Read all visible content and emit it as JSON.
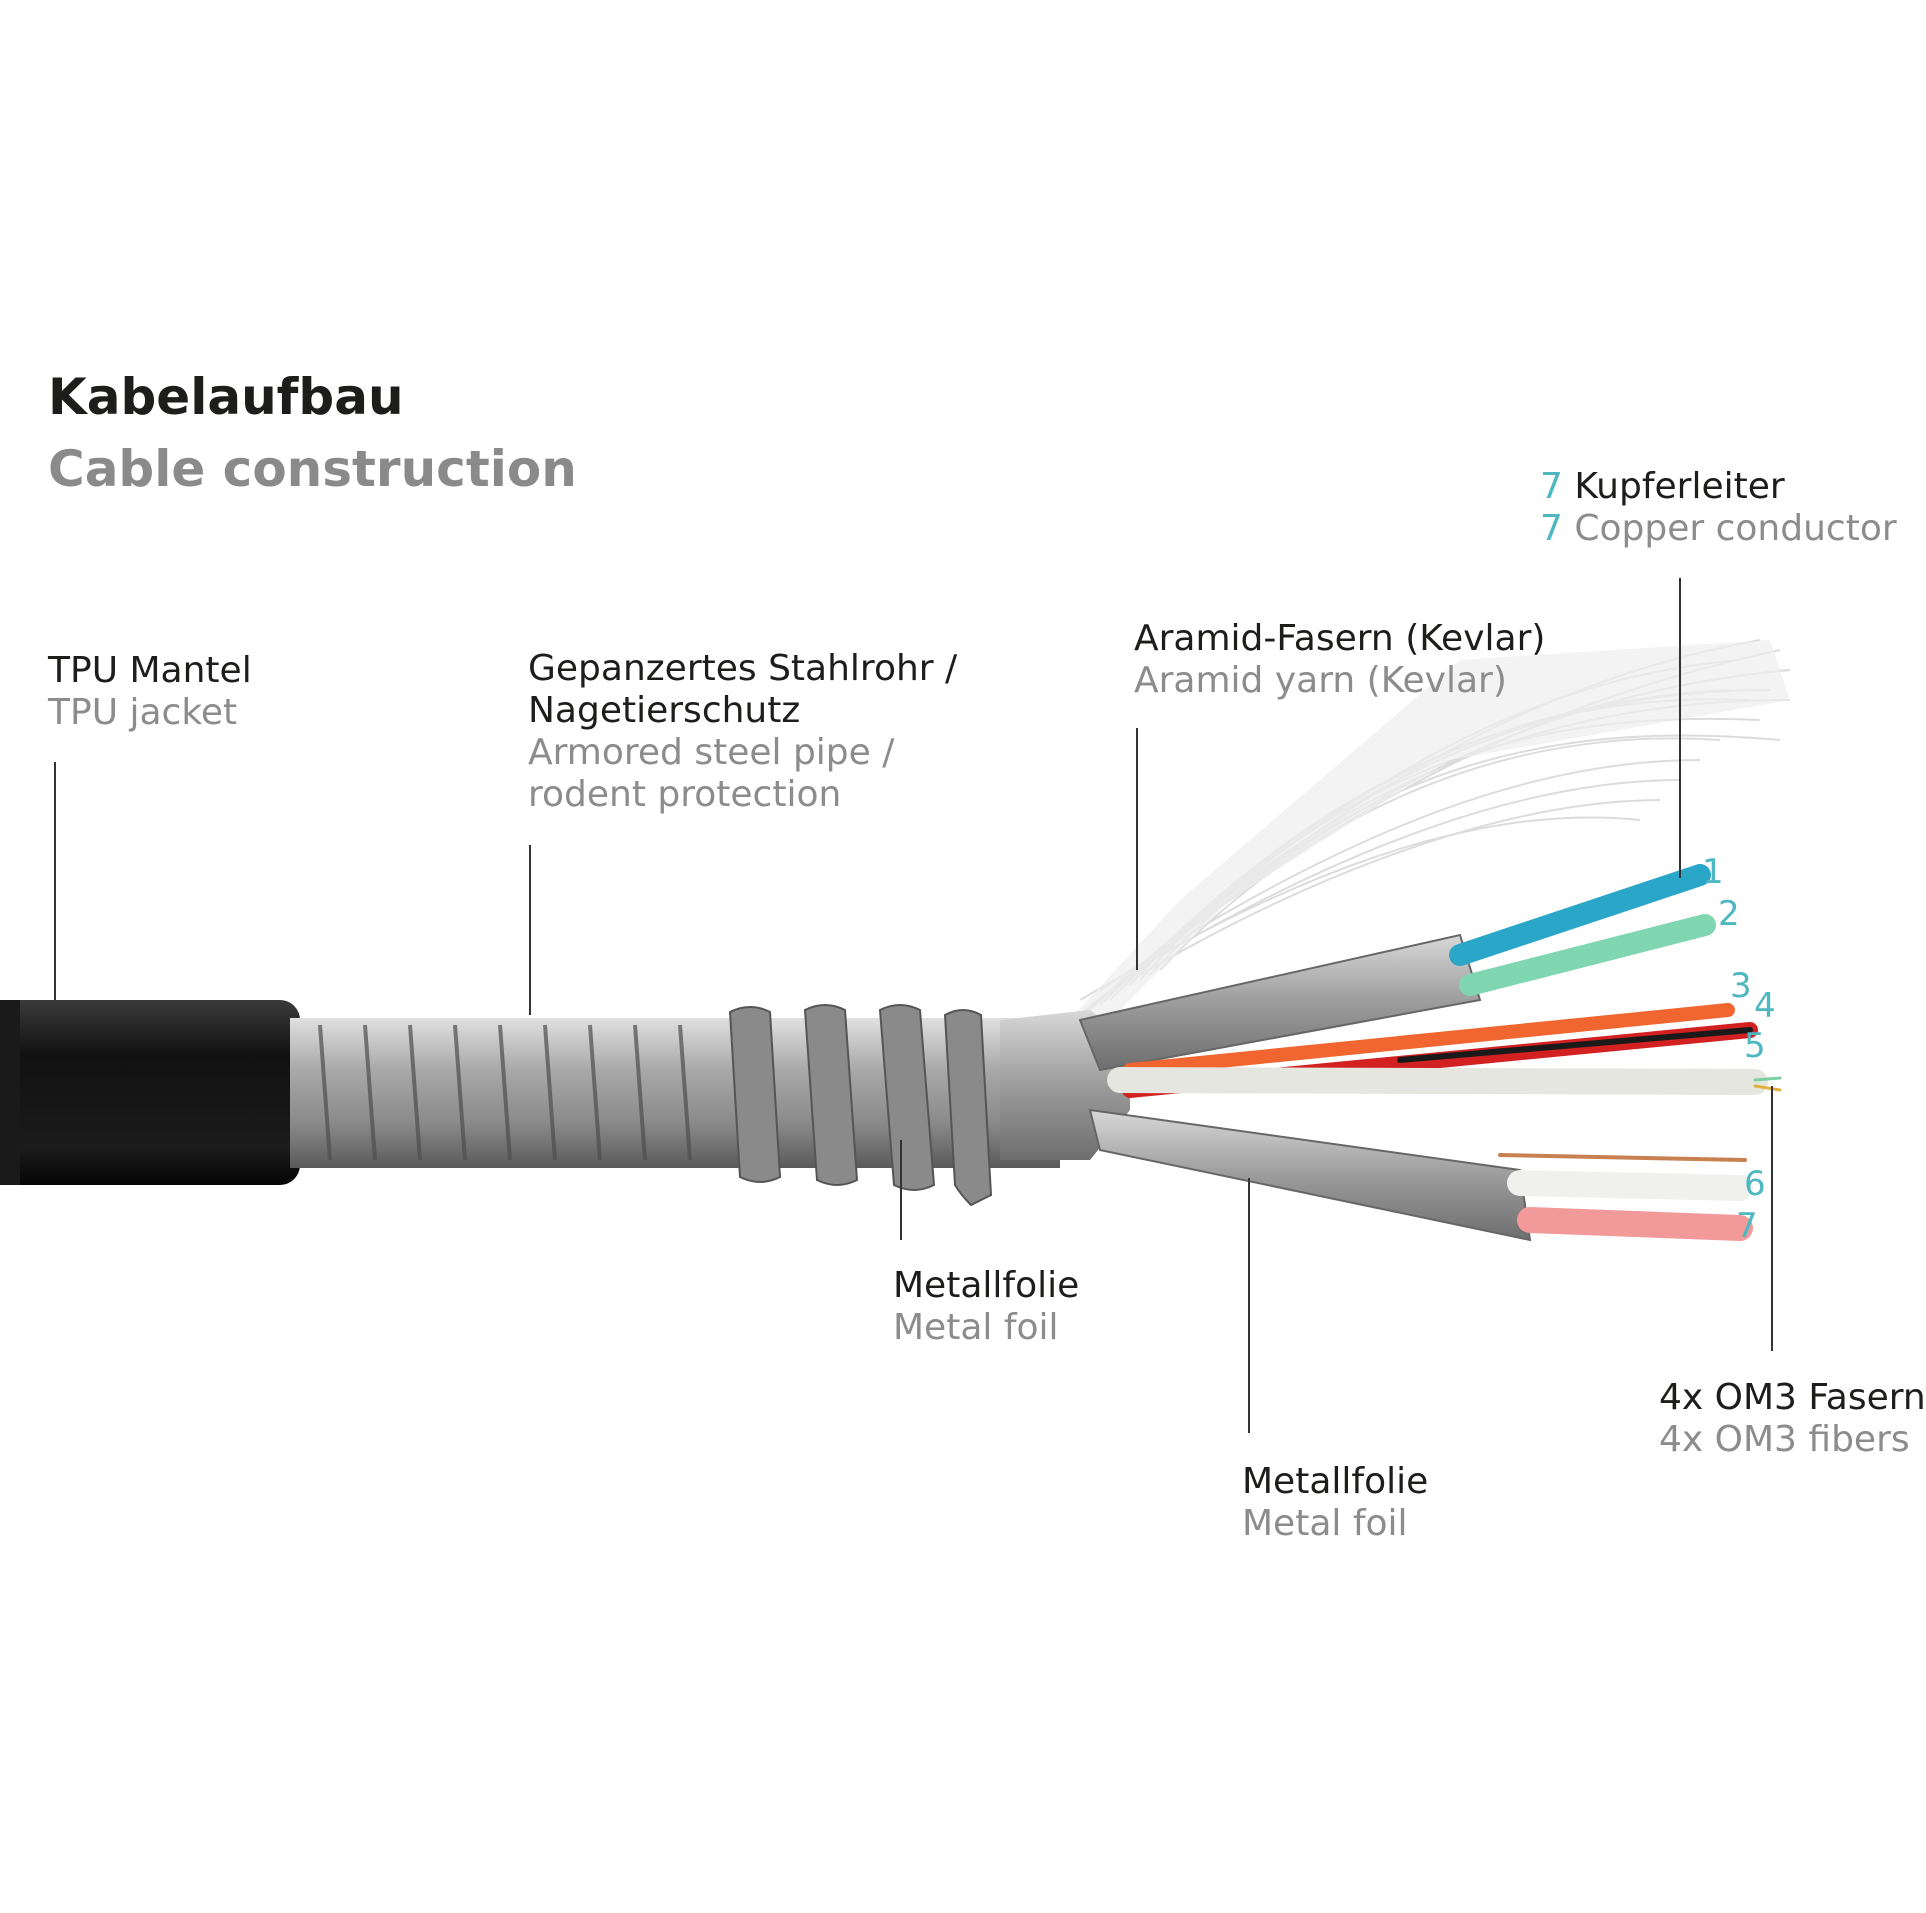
{
  "title": {
    "de": "Kabelaufbau",
    "en": "Cable construction"
  },
  "labels": {
    "tpu": {
      "de": "TPU Mantel",
      "en": "TPU jacket"
    },
    "steel": {
      "de1": "Gepanzertes Stahlrohr /",
      "de2": "Nagetierschutz",
      "en1": "Armored steel pipe /",
      "en2": "rodent protection"
    },
    "aramid": {
      "de": "Aramid-Fasern (Kevlar)",
      "en": "Aramid yarn (Kevlar)"
    },
    "copper": {
      "count": "7",
      "de": "Kupferleiter",
      "en": "Copper conductor"
    },
    "foil1": {
      "de": "Metallfolie",
      "en": "Metal foil"
    },
    "foil2": {
      "de": "Metallfolie",
      "en": "Metal foil"
    },
    "fibers": {
      "de": "4x OM3 Fasern",
      "en": "4x OM3 fibers"
    }
  },
  "wire_numbers": [
    "1",
    "2",
    "3",
    "4",
    "5",
    "6",
    "7"
  ],
  "colors": {
    "accent_number": "#4db7c2",
    "text_dark": "#1d1d1b",
    "text_gray": "#8c8c8c",
    "jacket": "#1a1a1a",
    "steel": "#9a9a9a"
  }
}
